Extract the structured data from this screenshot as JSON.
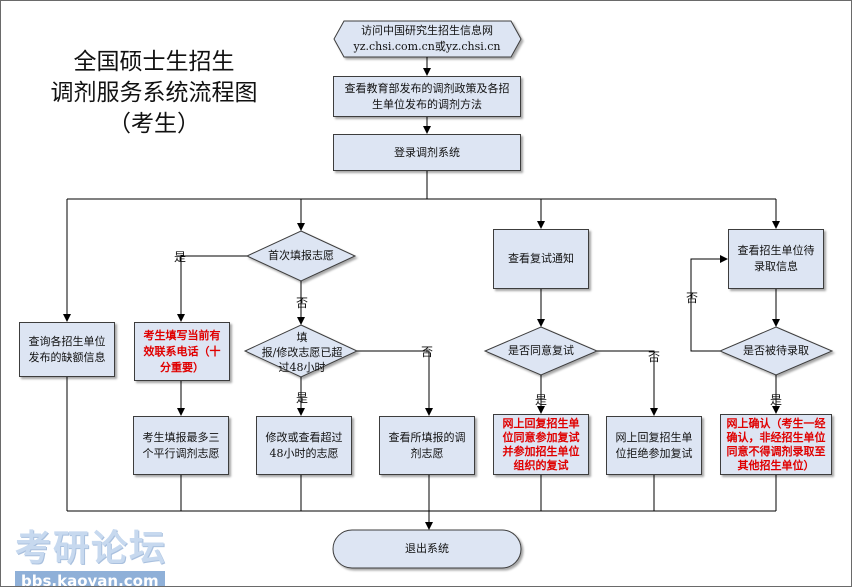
{
  "title": {
    "line1": "全国硕士生招生",
    "line2": "调剂服务系统流程图",
    "line3": "（考生）"
  },
  "nodes": {
    "visit_site": {
      "line1": "访问中国研究生招生信息网",
      "line2": "yz.chsi.com.cn或yz.chsi.cn"
    },
    "view_policy": {
      "line1": "查看教育部发布的调剂政策及各招",
      "line2": "生单位发布的调剂方法"
    },
    "login": "登录调剂系统",
    "query_vacancy": {
      "line1": "查询各招生单位",
      "line2": "发布的缺额信息"
    },
    "first_fill": "首次填报志愿",
    "fill_phone": {
      "line1": "考生填写当前有",
      "line2": "效联系电话（十",
      "line3": "分重要）"
    },
    "fill_three": {
      "line1": "考生填报最多三",
      "line2": "个平行调剂志愿"
    },
    "over_48": {
      "line1": "填",
      "line2": "报/修改志愿已超",
      "line3": "过48小时"
    },
    "modify_view": {
      "line1": "修改或查看超过",
      "line2": "48小时的志愿"
    },
    "view_filled": {
      "line1": "查看所填报的调",
      "line2": "剂志愿"
    },
    "view_retest": "查看复试通知",
    "agree_retest": "是否同意复试",
    "accept_retest": {
      "line1": "网上回复招生单",
      "line2": "位同意参加复试",
      "line3": "并参加招生单位",
      "line4": "组织的复试"
    },
    "reject_retest": {
      "line1": "网上回复招生单",
      "line2": "位拒绝参加复试"
    },
    "view_pending": {
      "line1": "查看招生单位待",
      "line2": "录取信息"
    },
    "is_pending": "是否被待录取",
    "confirm_online": {
      "line1": "网上确认（考生一经",
      "line2": "确认，非经招生单位",
      "line3": "同意不得调剂录取至",
      "line4": "其他招生单位）"
    },
    "exit": "退出系统"
  },
  "edge_labels": {
    "first_yes": "是",
    "first_no": "否",
    "over48_yes": "是",
    "over48_no": "否",
    "retest_yes": "是",
    "retest_no": "否",
    "pending_yes": "是",
    "pending_no": "否"
  },
  "watermark": {
    "main": "考研论坛",
    "sub": "bbs.kaoyan.com"
  },
  "colors": {
    "box_fill": "#dde5f3",
    "line": "#000000",
    "emphasis": "#e00000"
  }
}
